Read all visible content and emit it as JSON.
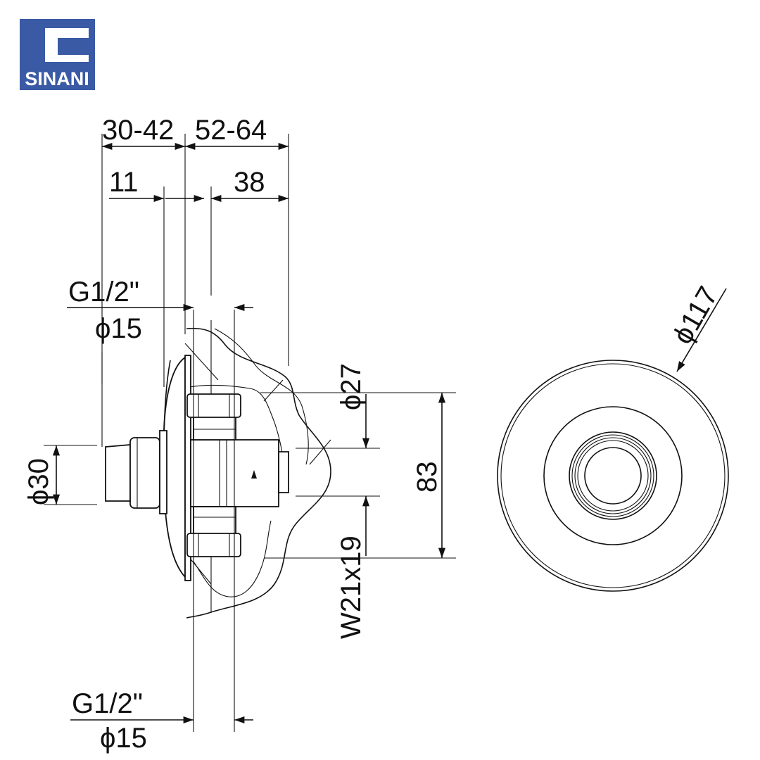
{
  "brand": {
    "name": "SINANI",
    "color": "#3b5aa6"
  },
  "dimensions": {
    "top_left": "30-42",
    "top_right": "52-64",
    "mid_left": "11",
    "mid_right": "38",
    "inlet_thread_top": "G1/2\"",
    "inlet_dia_top": "ϕ15",
    "button_dia": "ϕ30",
    "body_dia": "ϕ27",
    "height": "83",
    "outlet_thread": "W21x19",
    "inlet_thread_bottom": "G1/2\"",
    "inlet_dia_bottom": "ϕ15",
    "plate_dia": "ϕ117"
  },
  "colors": {
    "line": "#111111",
    "background": "#ffffff"
  }
}
